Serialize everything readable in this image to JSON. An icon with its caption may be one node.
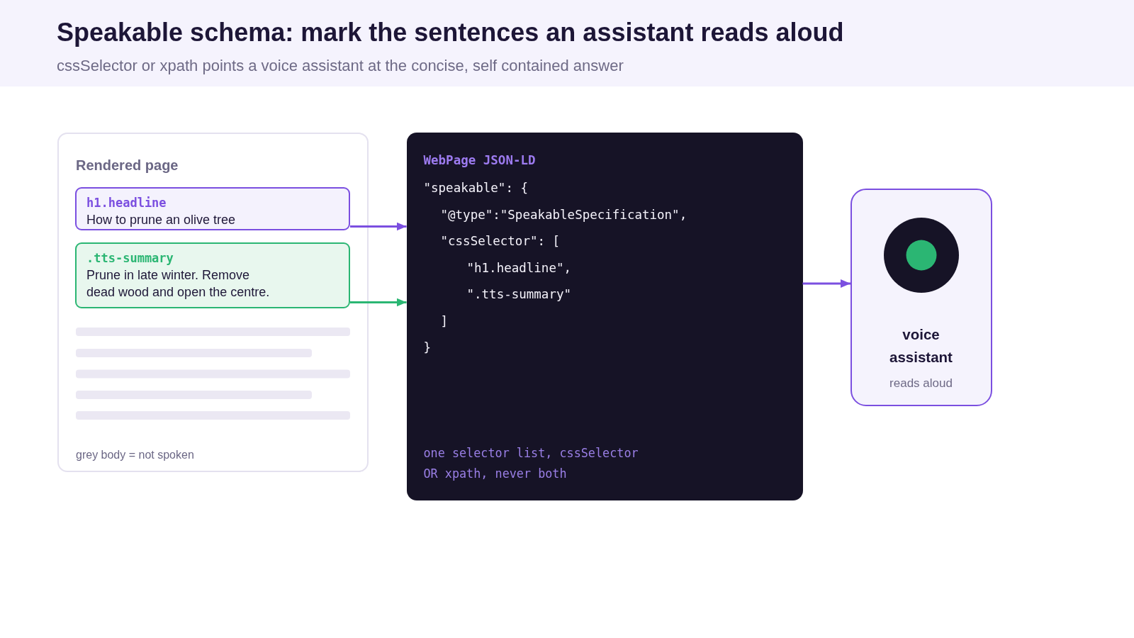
{
  "diagram": {
    "title": "Speakable schema: mark the sentences an assistant reads aloud",
    "nodes": [
      {
        "text": [
          "Rendered page",
          "grey body = not spoken"
        ]
      },
      {
        "text": [
          "h1.headline",
          "How to prune an olive tree"
        ],
        "in": 0
      },
      {
        "text": [
          ".tts-summary",
          "Prune in late winter. Remove dead wood and open the centre."
        ],
        "in": 0
      },
      {
        "text": [
          "WebPage JSON-LD",
          "\"speakable\": {",
          "\"@type\":\"SpeakableSpecification\",",
          "\"cssSelector\": [",
          "\"h1.headline\",",
          "\".tts-summary\"",
          "]",
          "}",
          "one selector list, cssSelector OR xpath, never both"
        ]
      },
      {
        "text": [
          "voice assistant",
          "reads aloud"
        ]
      }
    ],
    "edges": [
      {
        "from": 1,
        "to": 3,
        "arrow": "to"
      },
      {
        "from": 2,
        "to": 3,
        "arrow": "to",
        "color": "#2bb673"
      },
      {
        "from": 3,
        "to": 4,
        "arrow": "to"
      }
    ],
    "labels": [
      "cssSelector or xpath points a voice assistant at the concise, self contained answer"
    ]
  }
}
